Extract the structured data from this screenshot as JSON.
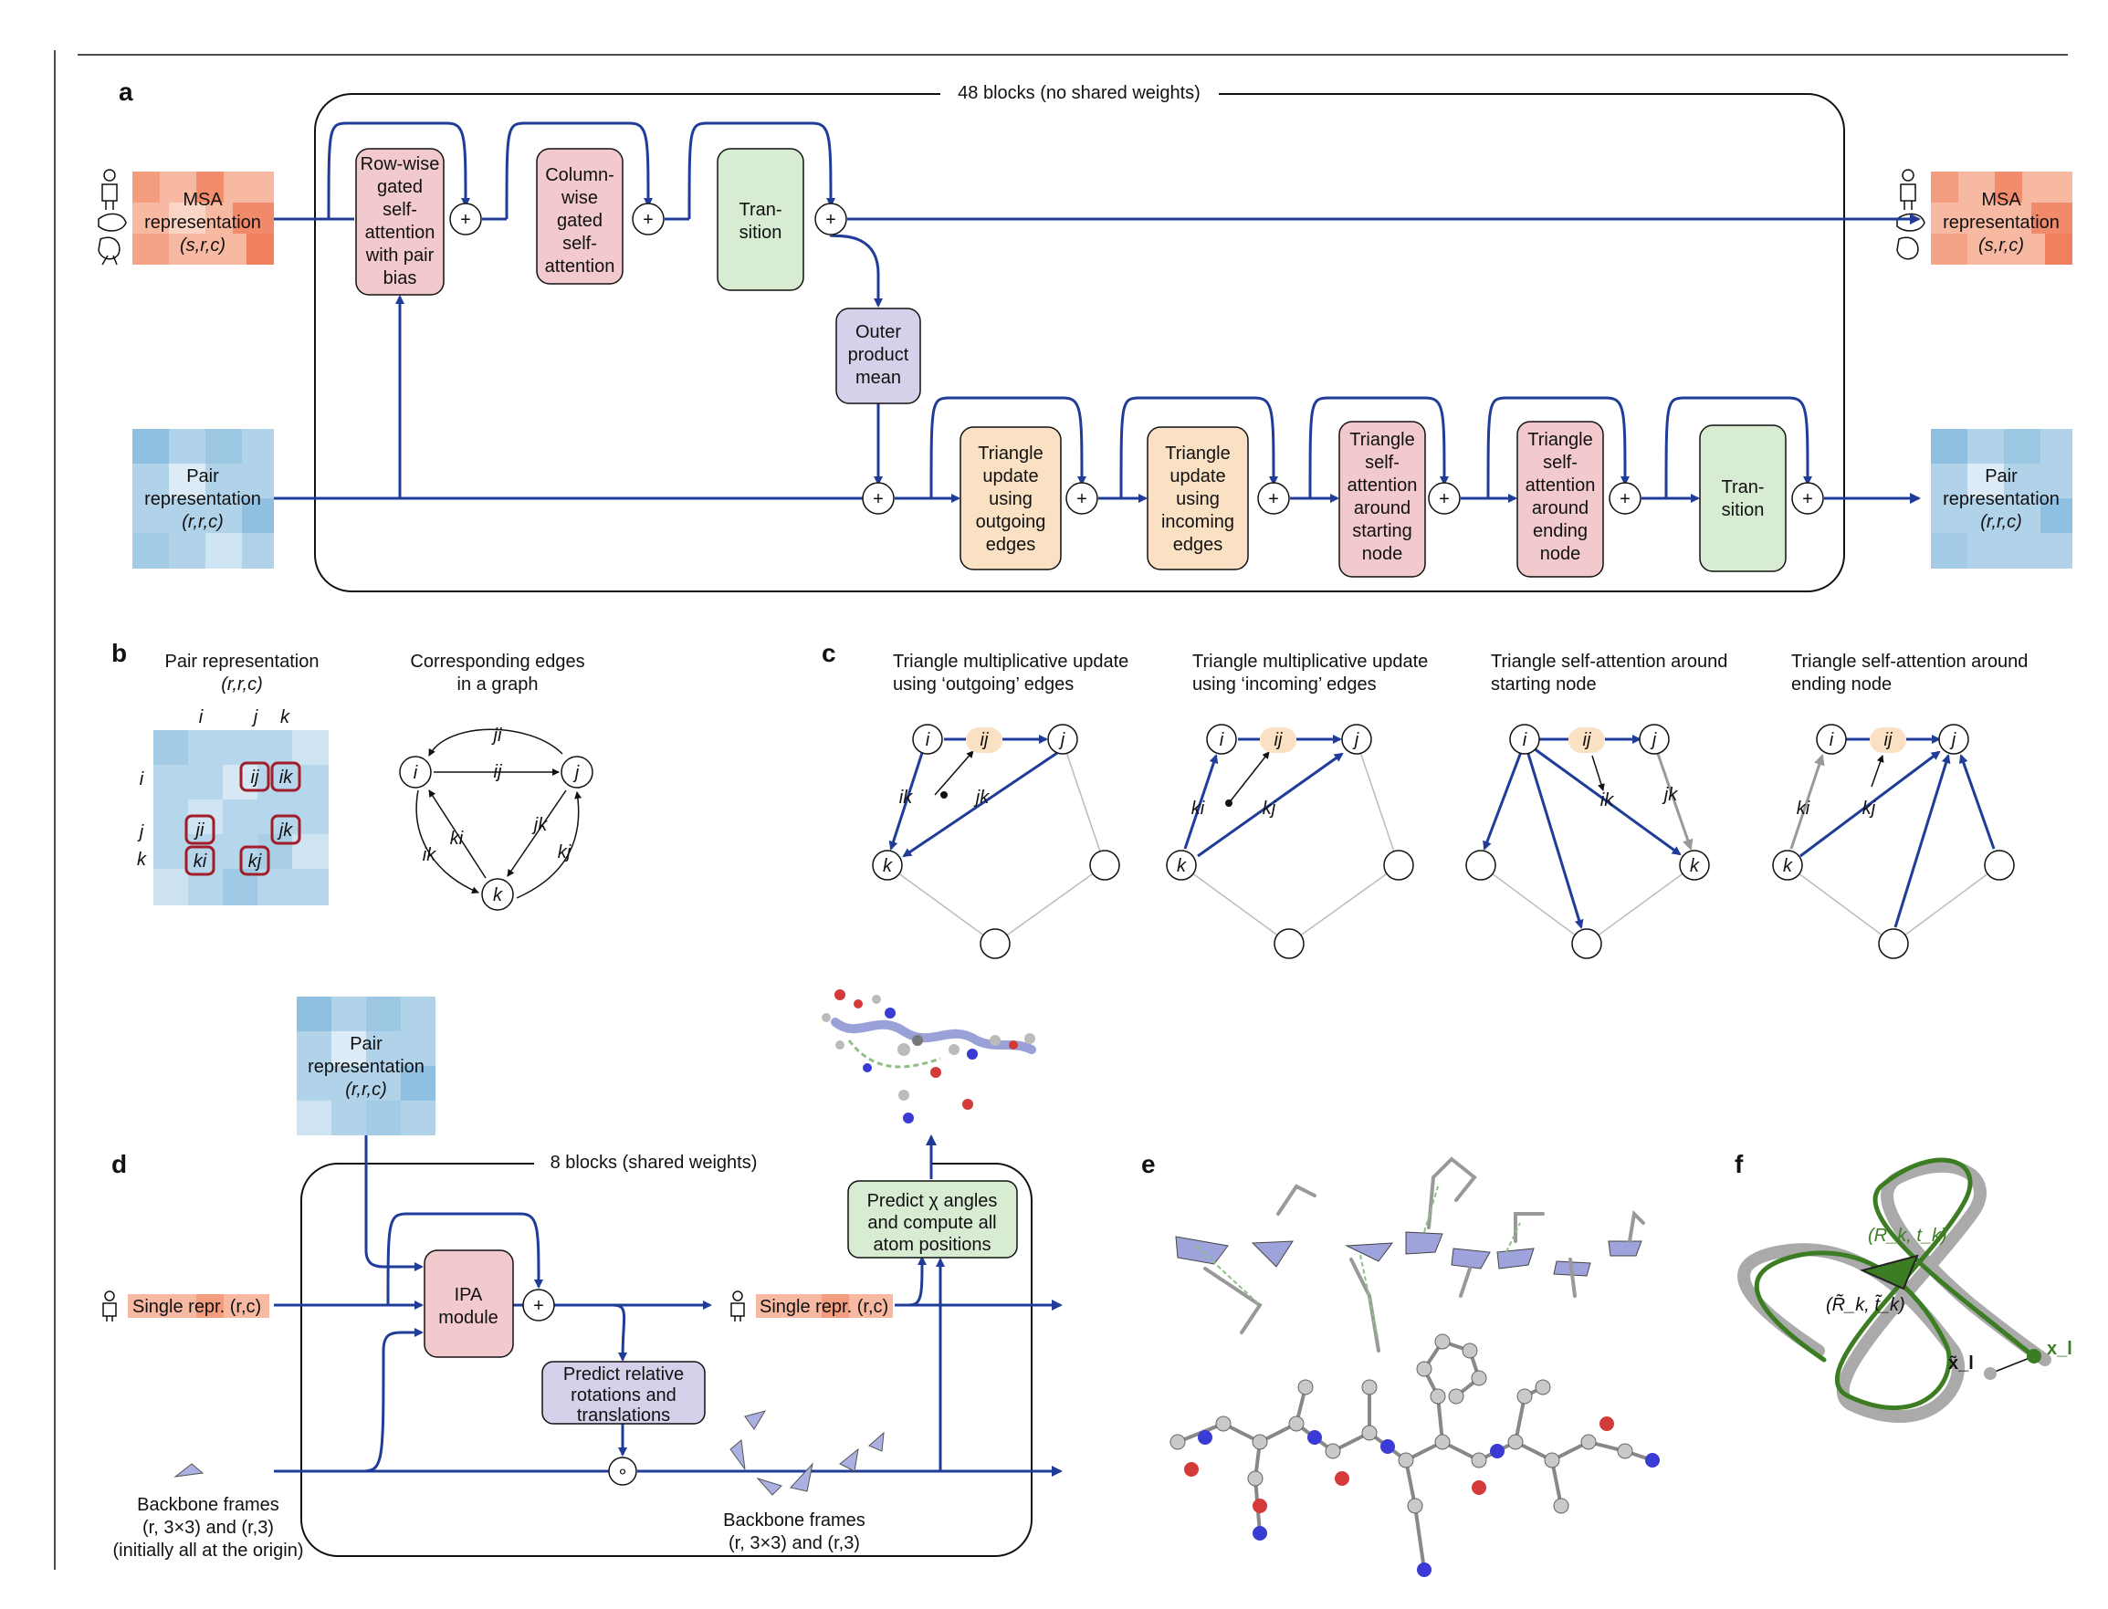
{
  "panels": {
    "a": "a",
    "b": "b",
    "c": "c",
    "d": "d",
    "e": "e",
    "f": "f"
  },
  "a": {
    "title": "48 blocks (no shared weights)",
    "msa_in": [
      "MSA",
      "representation",
      "(s,r,c)"
    ],
    "pair_in": [
      "Pair",
      "representation",
      "(r,r,c)"
    ],
    "msa_out": [
      "MSA",
      "representation",
      "(s,r,c)"
    ],
    "pair_out": [
      "Pair",
      "representation",
      "(r,r,c)"
    ],
    "row_attn": [
      "Row-wise",
      "gated",
      "self-",
      "attention",
      "with pair",
      "bias"
    ],
    "col_attn": [
      "Column-",
      "wise",
      "gated",
      "self-",
      "attention"
    ],
    "transition_msa": [
      "Tran-",
      "sition"
    ],
    "outer": [
      "Outer",
      "product",
      "mean"
    ],
    "tri_out": [
      "Triangle",
      "update",
      "using",
      "outgoing",
      "edges"
    ],
    "tri_in": [
      "Triangle",
      "update",
      "using",
      "incoming",
      "edges"
    ],
    "tri_start": [
      "Triangle",
      "self-",
      "attention",
      "around",
      "starting",
      "node"
    ],
    "tri_end": [
      "Triangle",
      "self-",
      "attention",
      "around",
      "ending",
      "node"
    ],
    "transition_pair": [
      "Tran-",
      "sition"
    ],
    "plus": "+"
  },
  "b": {
    "title1": "Pair representation",
    "title1b": "(r,r,c)",
    "title2": "Corresponding edges",
    "title2b": "in a graph",
    "col_labels": [
      "i",
      "j",
      "k"
    ],
    "row_labels": [
      "i",
      "j",
      "k"
    ],
    "cells": [
      "ij",
      "ik",
      "ji",
      "jk",
      "ki",
      "kj"
    ],
    "nodes": [
      "i",
      "j",
      "k"
    ],
    "edges": [
      "ji",
      "ij",
      "ki",
      "ik",
      "jk",
      "kj"
    ]
  },
  "c": {
    "titles": [
      [
        "Triangle multiplicative update",
        "using ‘outgoing’ edges"
      ],
      [
        "Triangle multiplicative update",
        "using ‘incoming’ edges"
      ],
      [
        "Triangle self-attention around",
        "starting node"
      ],
      [
        "Triangle self-attention around",
        "ending node"
      ]
    ],
    "nodes": [
      "i",
      "j",
      "k"
    ],
    "edge_labels": [
      "ij",
      "ik",
      "jk",
      "ki",
      "kj"
    ]
  },
  "d": {
    "title": "8 blocks (shared weights)",
    "pair": [
      "Pair",
      "representation",
      "(r,r,c)"
    ],
    "single_in": "Single repr. (r,c)",
    "single_out": "Single repr. (r,c)",
    "ipa": [
      "IPA",
      "module"
    ],
    "predict_rot": [
      "Predict relative",
      "rotations and",
      "translations"
    ],
    "predict_chi": [
      "Predict χ angles",
      "and compute all",
      "atom positions"
    ],
    "bb_in": [
      "Backbone frames",
      "(r, 3×3) and (r,3)",
      "(initially all at the origin)"
    ],
    "bb_out": [
      "Backbone frames",
      "(r, 3×3) and (r,3)"
    ],
    "plus": "+",
    "compose": "∘"
  },
  "f": {
    "label_true": "(R_k, t_k)",
    "label_pred": "(R̃_k, t̃_k)",
    "x_pred": "x̃_l",
    "x_true": "x_l"
  },
  "colors": {
    "arrow": "#1f3c99",
    "msa": "#f4a182",
    "pair": "#9cc8e3",
    "attn": "#f2c9cc",
    "transition": "#d8ecd3",
    "outer": "#d7d0ea",
    "tri_update": "#fbe1c4",
    "structure_green": "#3c7d23"
  }
}
